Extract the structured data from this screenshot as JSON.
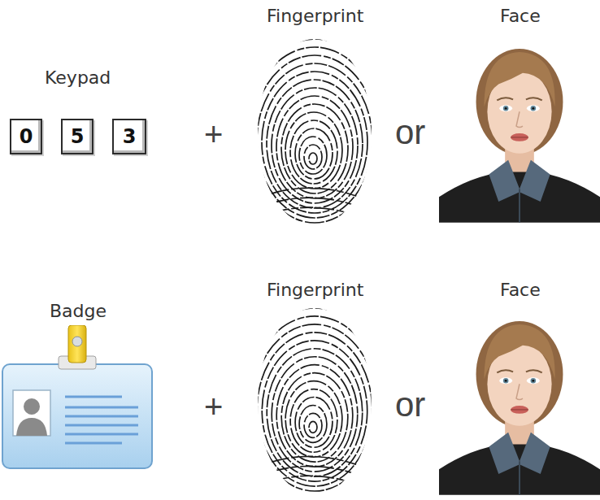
{
  "diagram": {
    "nodes": [
      {
        "text": [
          "0"
        ]
      },
      {
        "text": [
          "5"
        ]
      },
      {
        "text": [
          "3"
        ]
      }
    ],
    "labels": [
      "Fingerprint",
      "Face",
      "Keypad",
      "+",
      "or",
      "Fingerprint",
      "Face",
      "Badge",
      "+",
      "or"
    ]
  }
}
